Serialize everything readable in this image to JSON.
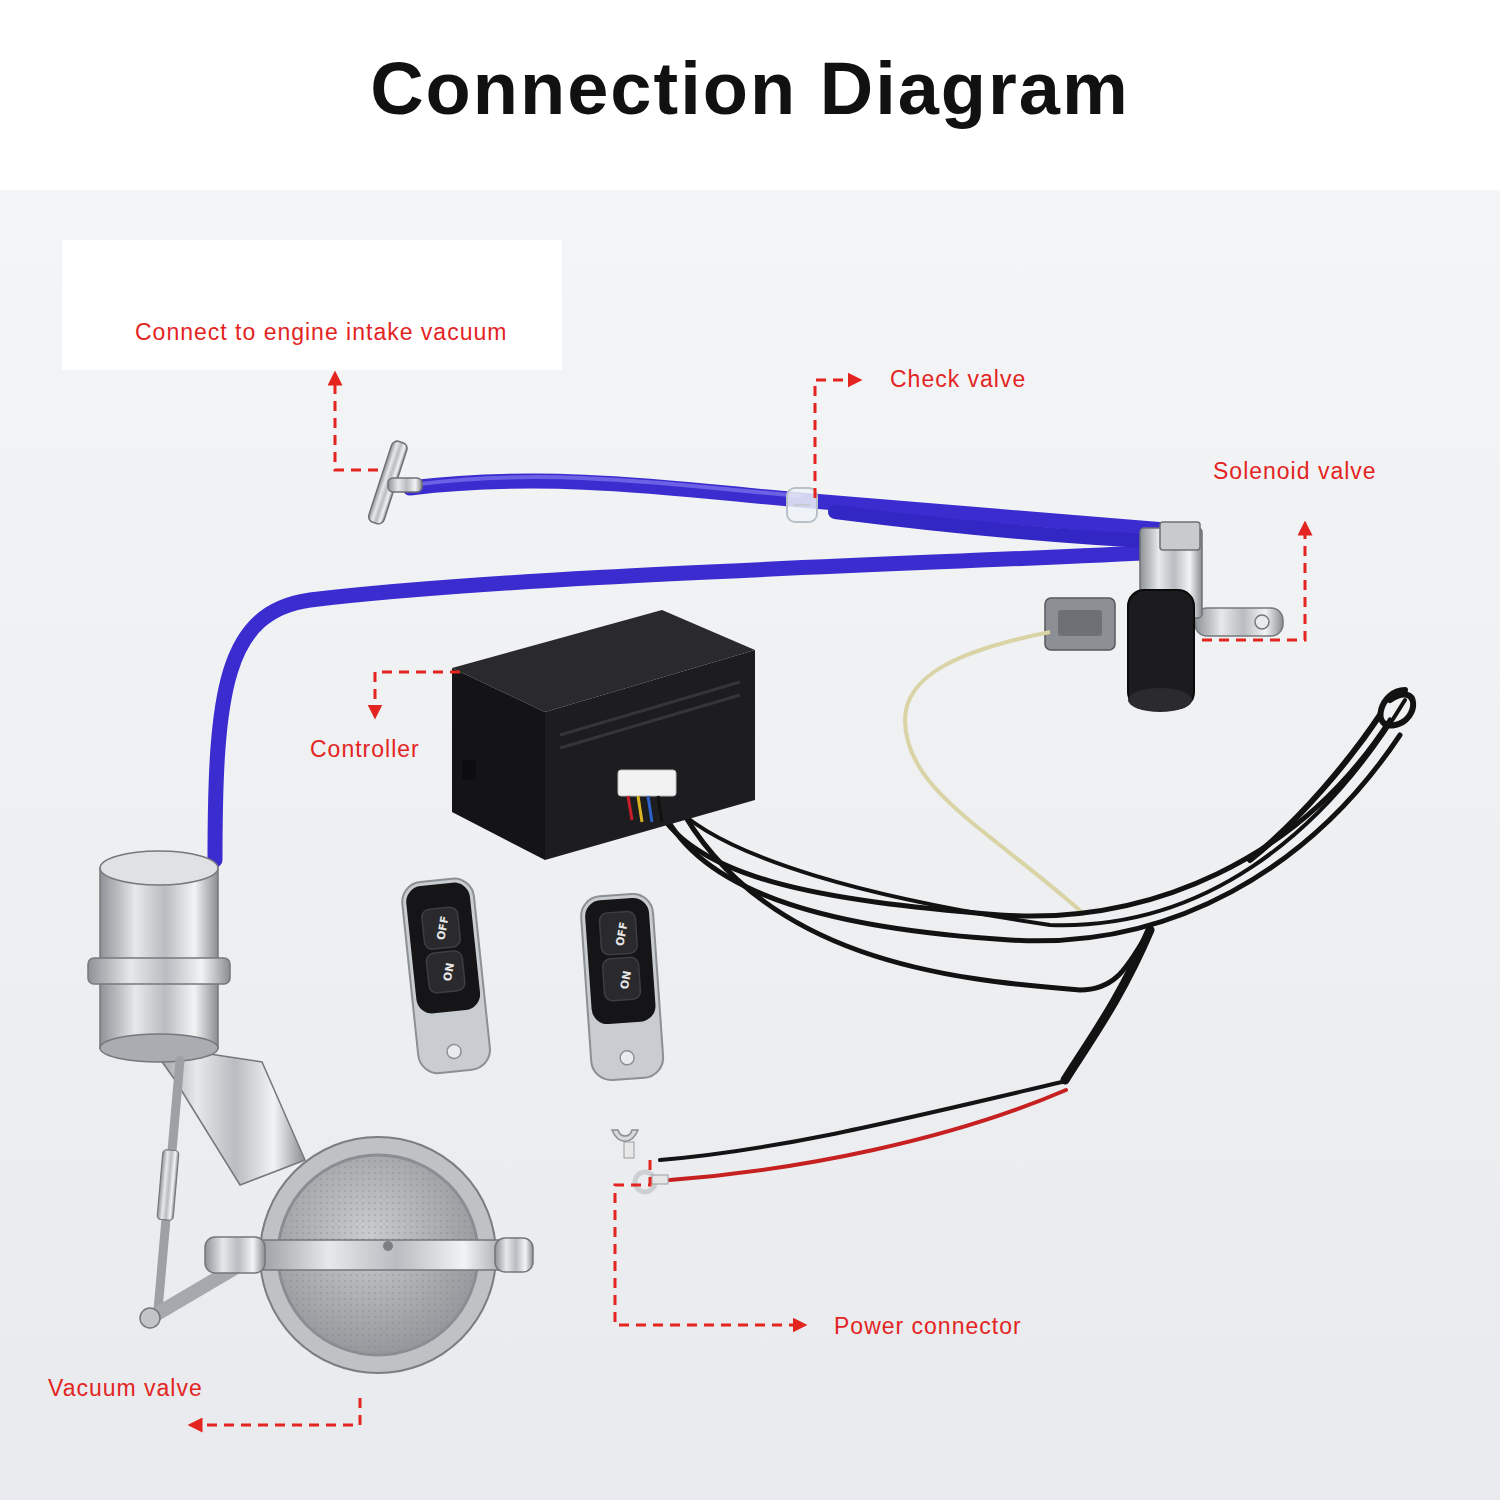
{
  "diagram": {
    "title": "Connection Diagram",
    "labels": [
      "Connect to engine intake vacuum",
      "Check valve",
      "Solenoid valve",
      "Controller",
      "OFF",
      "ON",
      "OFF",
      "ON",
      "Power connector",
      "Vacuum valve"
    ]
  }
}
